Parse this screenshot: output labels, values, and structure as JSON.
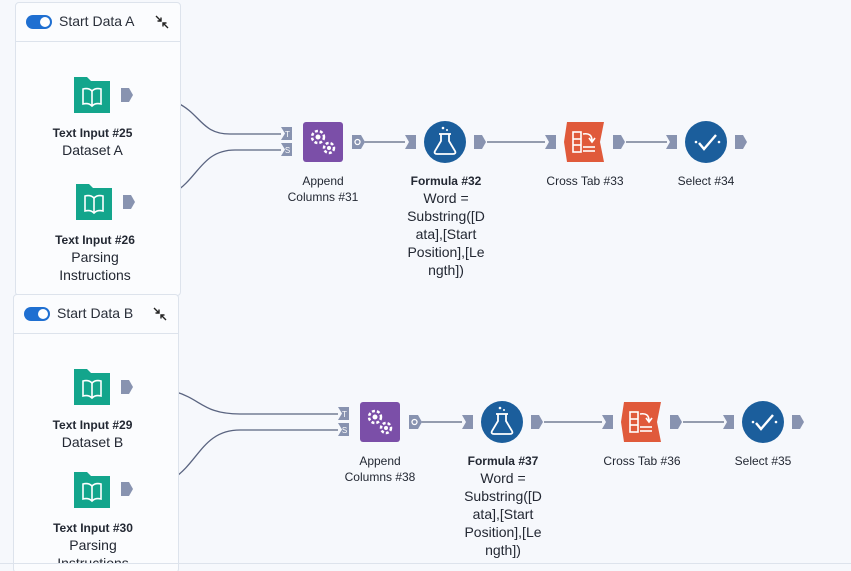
{
  "containers": [
    {
      "title": "Start Data A"
    },
    {
      "title": "Start Data B"
    }
  ],
  "tools": {
    "t25": {
      "name": "Text Input #25",
      "annotation": "Dataset A"
    },
    "t26": {
      "name": "Text Input #26",
      "annotation": "Parsing Instructions"
    },
    "t29": {
      "name": "Text Input #29",
      "annotation": "Dataset B"
    },
    "t30": {
      "name": "Text Input #30",
      "annotation": "Parsing Instructions"
    },
    "a31": {
      "name_line1": "Append",
      "name_line2": "Columns #31"
    },
    "a38": {
      "name_line1": "Append",
      "name_line2": "Columns #38"
    },
    "f32": {
      "name": "Formula #32",
      "ann_lines": [
        "Word =",
        "Substring([D",
        "ata],[Start",
        "Position],[Le",
        "ngth])"
      ]
    },
    "f37": {
      "name": "Formula #37",
      "ann_lines": [
        "Word =",
        "Substring([D",
        "ata],[Start",
        "Position],[Le",
        "ngth])"
      ]
    },
    "c33": {
      "name": "Cross Tab #33"
    },
    "c36": {
      "name": "Cross Tab #36"
    },
    "s34": {
      "name": "Select #34"
    },
    "s35": {
      "name": "Select #35"
    }
  },
  "anchors": {
    "target": "T",
    "source": "S",
    "output": "O"
  },
  "icons": {
    "text_input": "book-icon",
    "append": "gears-icon",
    "formula": "flask-icon",
    "crosstab": "crosstab-icon",
    "select": "checkmark-icon",
    "collapse": "collapse-arrows-icon"
  },
  "colors": {
    "text_input": "#13a58c",
    "append": "#7b4fa8",
    "formula": "#1b5e9c",
    "crosstab": "#e05a3b",
    "select": "#1b5e9c",
    "toggle": "#1f6fd1",
    "anchor": "#8893b0",
    "wire": "#5a6480"
  }
}
